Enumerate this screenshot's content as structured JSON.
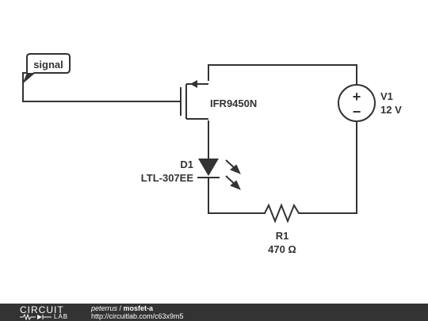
{
  "diagram": {
    "signal_label": "signal",
    "mosfet": {
      "part": "IFR9450N"
    },
    "diode": {
      "ref": "D1",
      "part": "LTL-307EE"
    },
    "source": {
      "ref": "V1",
      "value": "12 V",
      "plus": "+",
      "minus": "−"
    },
    "resistor": {
      "ref": "R1",
      "value": "470 Ω"
    }
  },
  "footer": {
    "logo_top": "CIRCUIT",
    "logo_bottom": "LAB",
    "user": "peterrus",
    "separator": " / ",
    "project": "mosfet-a",
    "url": "http://circuitlab.com/c63x9m5"
  },
  "colors": {
    "wire": "#333333",
    "footer_bg": "#333333",
    "text": "#333333"
  }
}
